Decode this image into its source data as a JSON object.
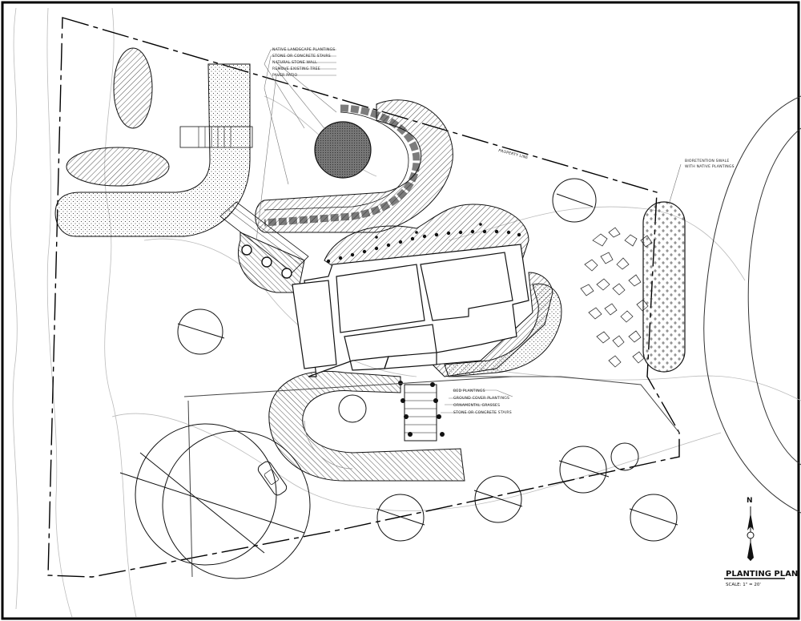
{
  "plan": {
    "title": "PLANTING PLAN",
    "scale": "SCALE: 1\" = 20'",
    "north": "N"
  },
  "callouts": {
    "top": [
      "NATIVE LANDSCAPE PLANTINGS",
      "STONE OR CONCRETE STAIRS",
      "NATURAL STONE WALL",
      "REMOVE EXISTING TREE",
      "PAVER PATIO"
    ],
    "front": [
      "BED PLANTINGS",
      "GROUND COVER PLANTINGS",
      "ORNAMENTAL GRASSES",
      "STONE OR CONCRETE STAIRS"
    ],
    "swale": [
      "BIORETENTION SWALE",
      "WITH NATIVE PLANTINGS"
    ],
    "property_line": "PROPERTY LINE"
  }
}
